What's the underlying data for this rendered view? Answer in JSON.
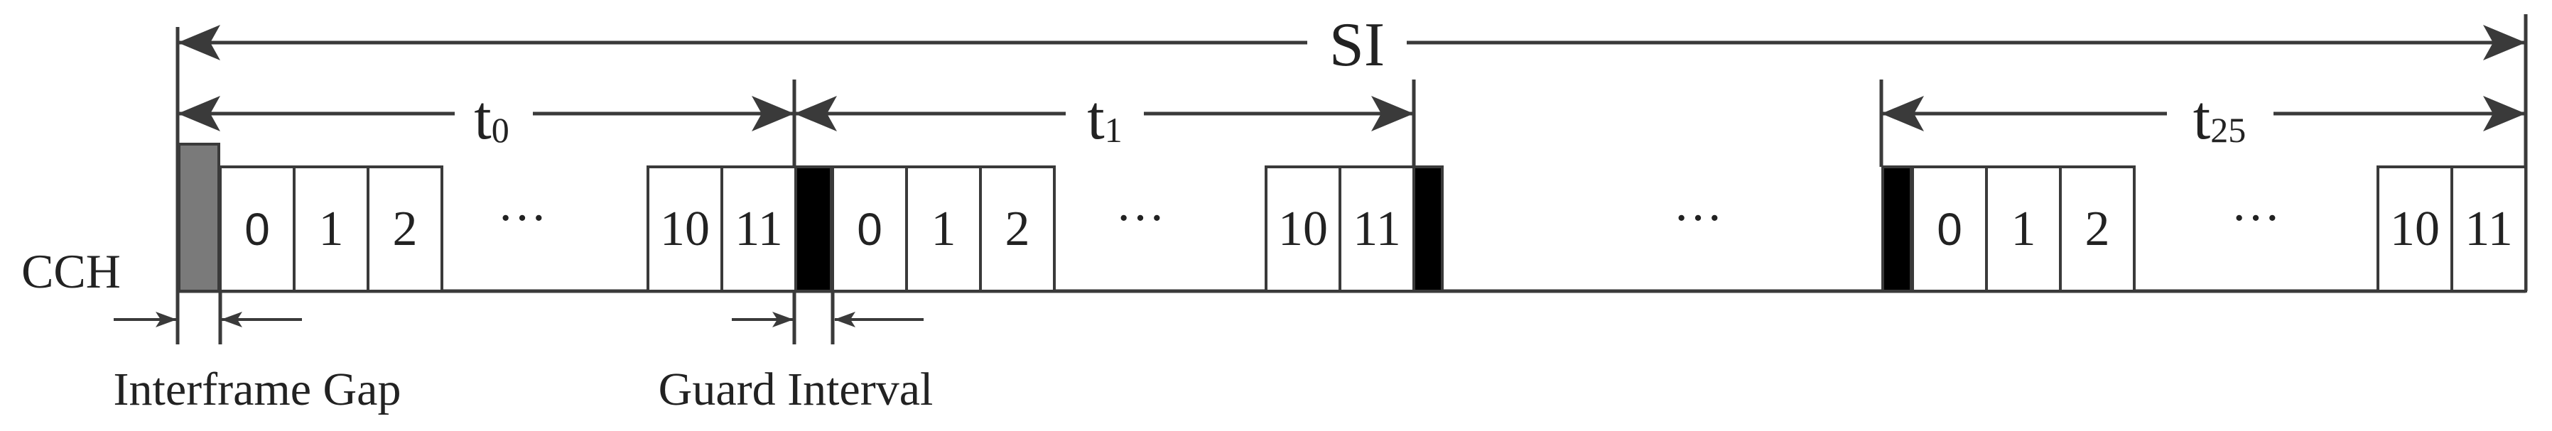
{
  "labels": {
    "si": "SI",
    "t0_main": "t",
    "t0_sub": "0",
    "t1_main": "t",
    "t1_sub": "1",
    "t25_main": "t",
    "t25_sub": "25",
    "cch": "CCH",
    "interframe_gap": "Interframe Gap",
    "guard_interval": "Guard Interval"
  },
  "slots": {
    "s0": "0",
    "s1": "1",
    "s2": "2",
    "s10": "10",
    "s11": "11",
    "ellipsis": "···"
  },
  "colors": {
    "line": "#3a3a3a",
    "cch_block": "#7a7a7a",
    "guard_block": "#000000"
  }
}
